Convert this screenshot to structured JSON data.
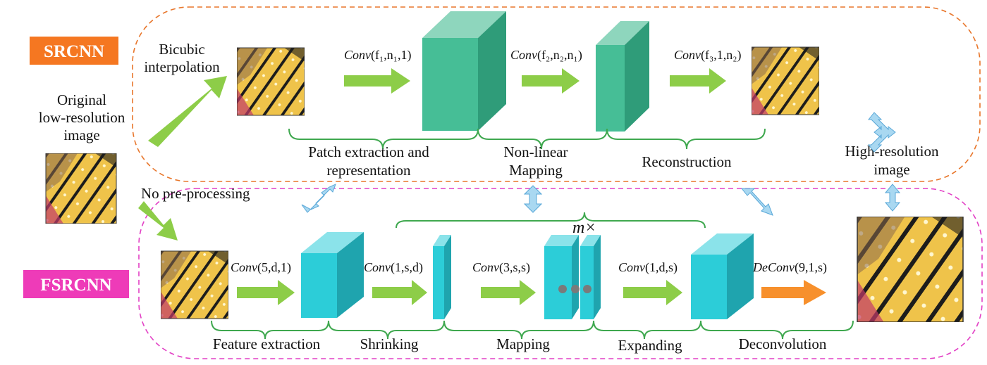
{
  "colors": {
    "srcnn_tag": "#F57721",
    "fsrcnn_tag": "#EE3BB8",
    "srcnn_boundary": "#E8762B",
    "fsrcnn_boundary": "#E240C5",
    "srcnn_cube": "#46BE96",
    "fsrcnn_cube": "#2CCDD8",
    "arrow_green": "#8DCD48",
    "arrow_orange": "#F7902C",
    "brace": "#3FA84F",
    "link_arrow": "#A9D8F1"
  },
  "labels": {
    "srcnn": "SRCNN",
    "fsrcnn": "FSRCNN",
    "original": [
      "Original",
      "low-resolution",
      "image"
    ],
    "bicubic": [
      "Bicubic",
      "interpolation"
    ],
    "no_preprocessing": "No pre-processing",
    "high_resolution": [
      "High-resolution",
      "image"
    ],
    "repeat": "m×"
  },
  "srcnn": {
    "ops": [
      {
        "name": "Conv",
        "args": "(f₁,n₁,1)"
      },
      {
        "name": "Conv",
        "args": "(f₂,n₂,n₁)"
      },
      {
        "name": "Conv",
        "args": "(f₃,1,n₂)"
      }
    ],
    "stages": [
      [
        "Patch extraction and",
        "representation"
      ],
      [
        "Non-linear",
        "Mapping"
      ],
      [
        "Reconstruction"
      ]
    ]
  },
  "fsrcnn": {
    "ops": [
      {
        "name": "Conv",
        "args": "(5,d,1)"
      },
      {
        "name": "Conv",
        "args": "(1,s,d)"
      },
      {
        "name": "Conv",
        "args": "(3,s,s)"
      },
      {
        "name": "Conv",
        "args": "(1,d,s)"
      },
      {
        "name": "DeConv",
        "args": "(9,1,s)"
      }
    ],
    "stages": [
      "Feature extraction",
      "Shrinking",
      "Mapping",
      "Expanding",
      "Deconvolution"
    ]
  }
}
